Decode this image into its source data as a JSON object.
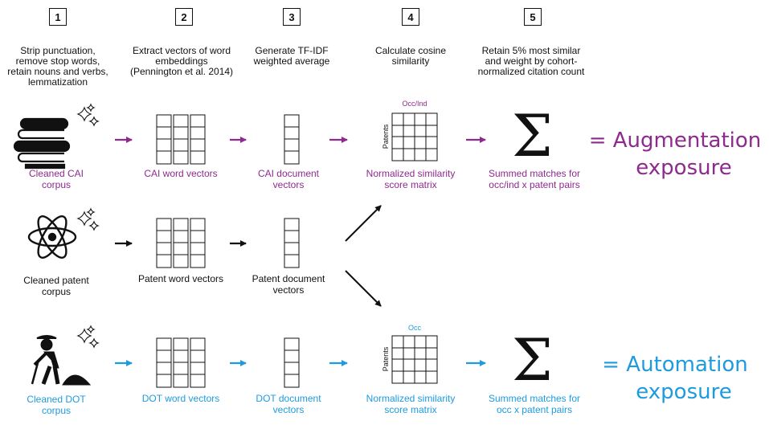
{
  "steps": [
    {
      "num": "1",
      "desc": [
        "Strip punctuation,",
        "remove stop words,",
        "retain nouns and verbs,",
        "lemmatization"
      ]
    },
    {
      "num": "2",
      "desc": [
        "Extract vectors of word",
        "embeddings",
        "(Pennington et al. 2014)"
      ]
    },
    {
      "num": "3",
      "desc": [
        "Generate TF-IDF",
        "weighted average"
      ]
    },
    {
      "num": "4",
      "desc": [
        "Calculate cosine",
        "similarity"
      ]
    },
    {
      "num": "5",
      "desc": [
        "Retain 5% most similar",
        "and weight by cohort-",
        "normalized citation count"
      ]
    }
  ],
  "rows": {
    "cai": {
      "color": "#8e2a8e",
      "corpus": [
        "Cleaned CAI",
        "corpus"
      ],
      "word_vectors": "CAI word vectors",
      "doc_vectors": [
        "CAI document",
        "vectors"
      ],
      "matrix": [
        "Normalized similarity",
        "score matrix"
      ],
      "matrix_top": "Occ/Ind",
      "matrix_side": "Patents",
      "summed": [
        "Summed matches for",
        "occ/ind x patent pairs"
      ],
      "sigma": "Σ",
      "result": [
        "= Augmentation",
        "exposure"
      ]
    },
    "patent": {
      "color": "#111111",
      "corpus": [
        "Cleaned patent",
        "corpus"
      ],
      "word_vectors": "Patent word vectors",
      "doc_vectors": [
        "Patent document",
        "vectors"
      ]
    },
    "dot": {
      "color": "#1e9be0",
      "corpus": [
        "Cleaned DOT",
        "corpus"
      ],
      "word_vectors": "DOT word vectors",
      "doc_vectors": [
        "DOT document",
        "vectors"
      ],
      "matrix": [
        "Normalized similarity",
        "score matrix"
      ],
      "matrix_top": "Occ",
      "matrix_side": "Patents",
      "summed": [
        "Summed matches for",
        "occ x patent pairs"
      ],
      "sigma": "Σ",
      "result": [
        "= Automation",
        "exposure"
      ]
    }
  },
  "icons": {
    "cai": "books-icon",
    "patent": "atom-icon",
    "dot": "worker-digging-icon",
    "sparkle": "sparkle-icon"
  }
}
